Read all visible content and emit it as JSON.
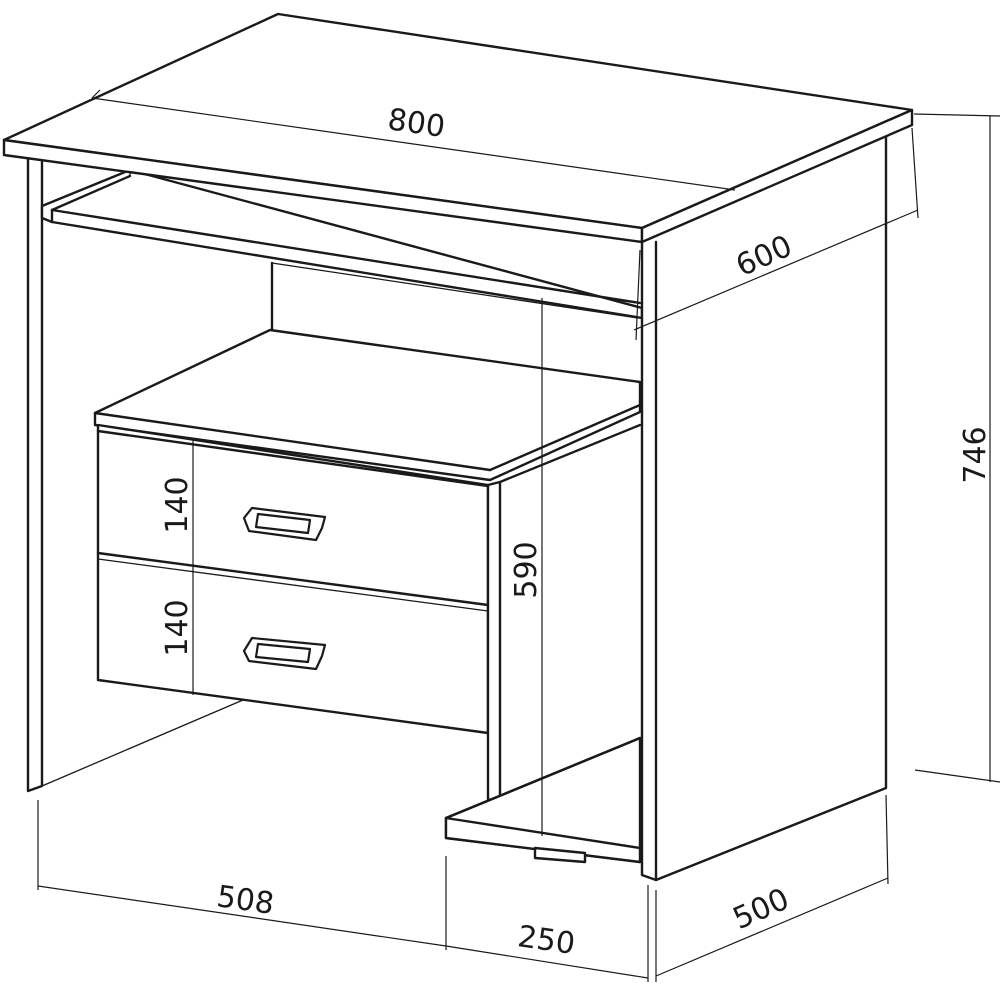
{
  "dimensions": {
    "top_width": "800",
    "top_depth": "600",
    "total_height": "746",
    "drawer_upper_height": "140",
    "drawer_lower_height": "140",
    "unit_height": "590",
    "base_left_width": "508",
    "base_shelf_width": "250",
    "side_depth": "500"
  }
}
